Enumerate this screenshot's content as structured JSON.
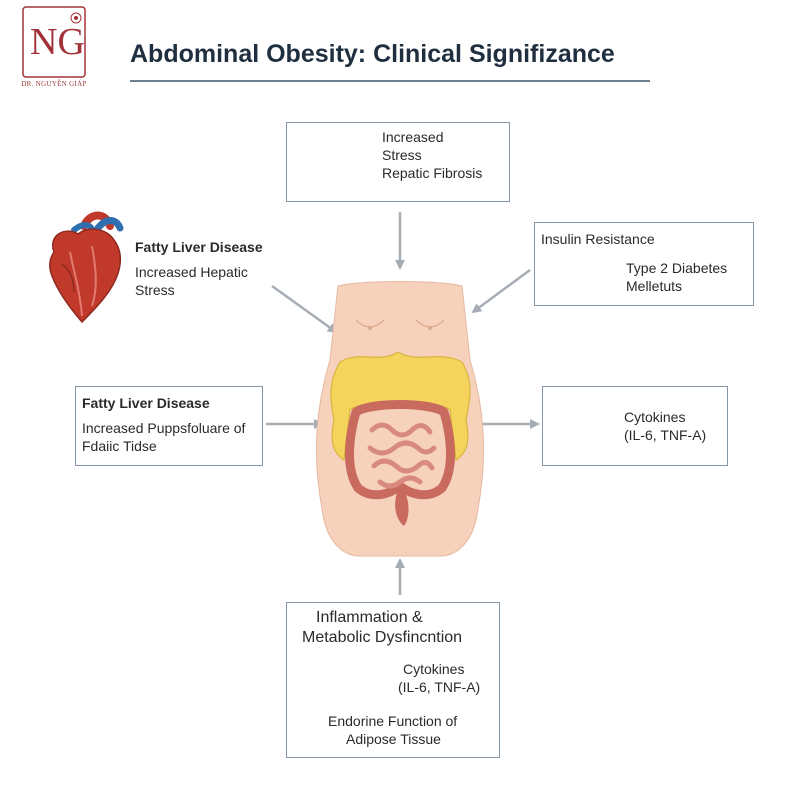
{
  "logo": {
    "monogram": "NG",
    "caption": "DR. NGUYỄN GIÁP"
  },
  "title": "Abdominal Obesity: Clinical Signifizance",
  "top_box": {
    "line1": "Increased",
    "line2": "Stress",
    "line3": "Repatic Fibrosis",
    "icon": "liver-icon"
  },
  "heart_panel": {
    "heading": "Fatty Liver Disease",
    "line1": "Increased Hepatic",
    "line2": "Stress",
    "icon": "heart-icon"
  },
  "insulin_box": {
    "heading": "Insulin Resistance",
    "line1": "Type 2 Diabetes",
    "line2": "Melletuts",
    "icon": "cells-icon"
  },
  "left_box": {
    "heading": "Fatty Liver Disease",
    "line1": "Increased Puppsfoluare of",
    "line2": "Fdaiic Tidse"
  },
  "right_box": {
    "line1": "Cytokines",
    "line2": "(IL-6, TNF-A)",
    "icon": "pancreas-icon"
  },
  "bottom_box": {
    "heading1": "Inflammation &",
    "heading2": "Metabolic Dysfincntion",
    "cyt1": "Cytokines",
    "cyt2": "(IL-6, TNF-A)",
    "foot1": "Endorine Function of",
    "foot2": "Adipose Tissue",
    "icon": "molecule-icon"
  },
  "colors": {
    "arrow": "#a6adb5",
    "fat": "#f4d45c",
    "skin": "#f6d2bd",
    "organ": "#c86a5e",
    "box_border": "#8796a6",
    "title": "#1f2f3f",
    "logo": "#a2323a"
  }
}
